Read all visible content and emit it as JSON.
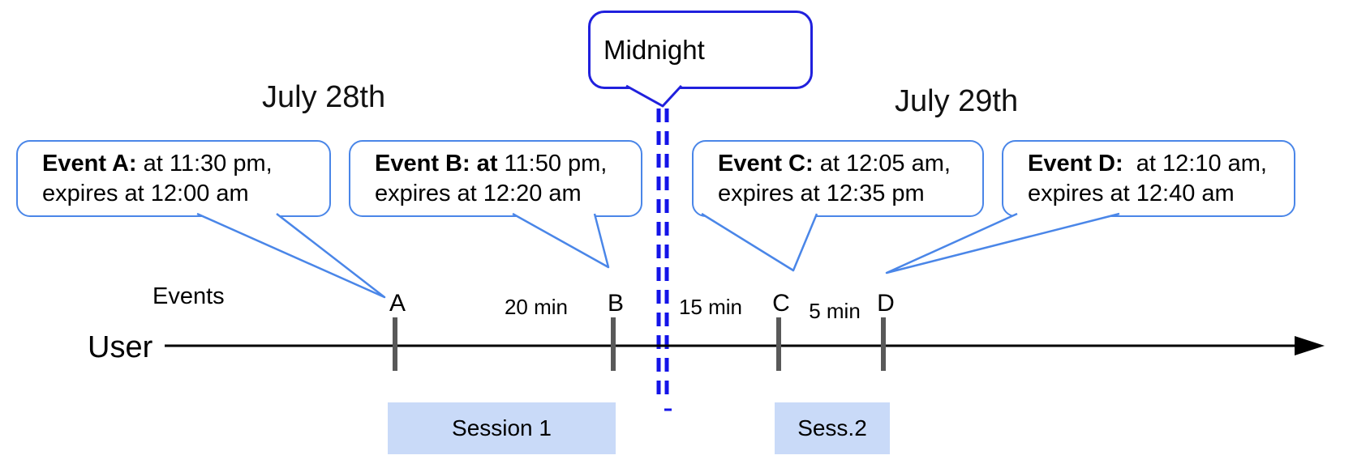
{
  "dates": {
    "left": "July 28th",
    "right": "July 29th"
  },
  "midnight": {
    "label": "Midnight"
  },
  "axis": {
    "events_label": "Events",
    "user_label": "User"
  },
  "callouts": [
    {
      "id": "A",
      "bold": "Event A:",
      "rest": " at 11:30 pm,",
      "line2": "expires at 12:00 am"
    },
    {
      "id": "B",
      "bold": "Event B: at",
      "rest": " 11:50 pm,",
      "line2": "expires at 12:20 am"
    },
    {
      "id": "C",
      "bold": "Event C:",
      "rest": " at 12:05 am,",
      "line2": "expires at 12:35 pm"
    },
    {
      "id": "D",
      "bold": "Event D:",
      "rest": "  at 12:10 am,",
      "line2": "expires at 12:40 am"
    }
  ],
  "ticks": [
    {
      "label": "A"
    },
    {
      "label": "B"
    },
    {
      "label": "C"
    },
    {
      "label": "D"
    }
  ],
  "intervals": [
    {
      "label": "20 min"
    },
    {
      "label": "15 min"
    },
    {
      "label": "5 min"
    }
  ],
  "sessions": [
    {
      "label": "Session 1"
    },
    {
      "label": "Sess.2"
    }
  ],
  "colors": {
    "callout_border": "#4a86e8",
    "midnight_border": "#2020dd",
    "midnight_dash": "#1414e8",
    "tick_gray": "#595959",
    "timeline_black": "#000000",
    "session_fill": "#c9daf8",
    "text": "#000000"
  }
}
